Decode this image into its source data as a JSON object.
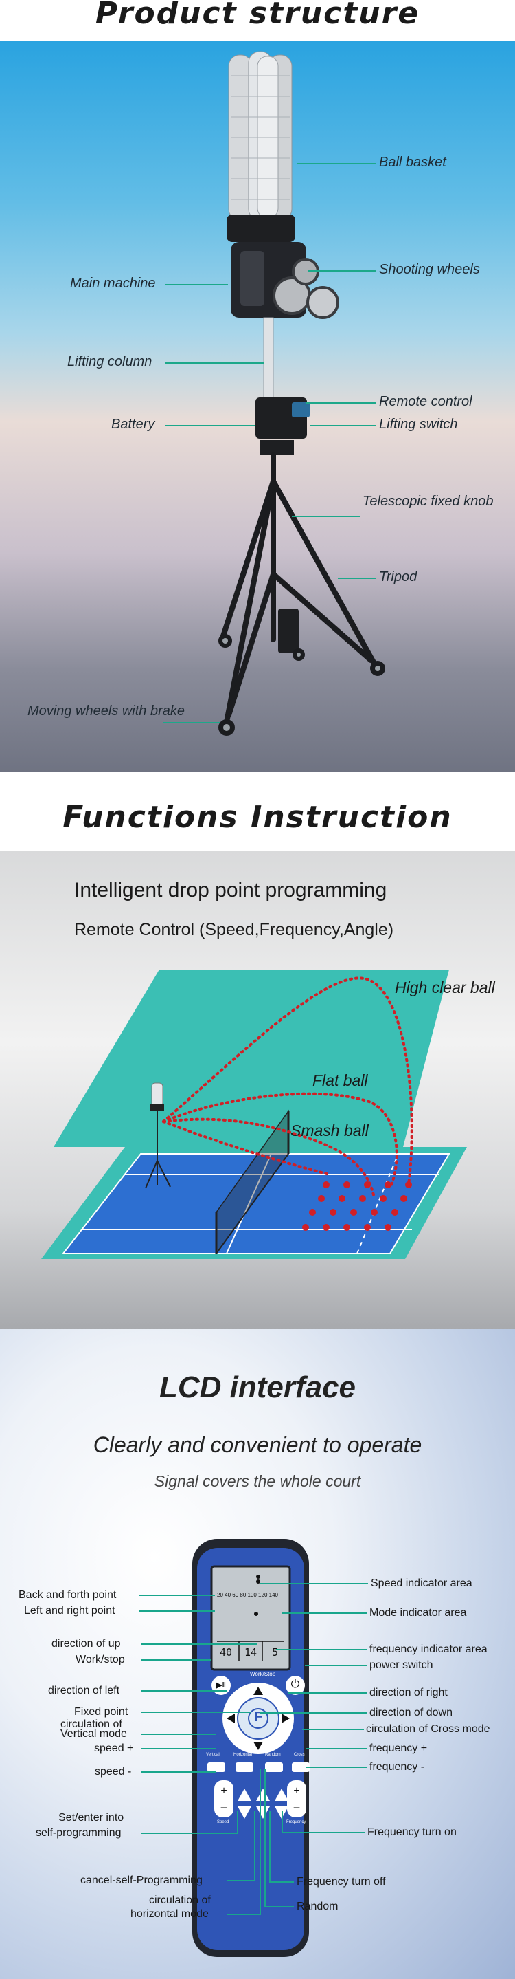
{
  "structure": {
    "title": "Product structure",
    "labels": {
      "ball_basket": "Ball basket",
      "shooting_wheels": "Shooting wheels",
      "main_machine": "Main machine",
      "lifting_column": "Lifting column",
      "remote_control": "Remote control",
      "battery": "Battery",
      "lifting_switch": "Lifting switch",
      "telescopic_knob": "Telescopic fixed knob",
      "tripod": "Tripod",
      "moving_wheels": "Moving wheels with brake"
    }
  },
  "functions": {
    "title": "Functions Instruction",
    "headline": "Intelligent drop point programming",
    "subline": "Remote Control (Speed,Frequency,Angle)",
    "trajectories": {
      "high_clear": "High clear ball",
      "flat": "Flat ball",
      "smash": "Smash ball"
    }
  },
  "lcd": {
    "title": "LCD interface",
    "subtitle": "Clearly and convenient to operate",
    "tagline": "Signal covers the whole court",
    "screen": {
      "scale": "20 40 60 80 100 120 140",
      "readout_left": "40",
      "readout_mid": "14",
      "readout_right": "5"
    },
    "buttons": {
      "work_stop": "Work/Stop",
      "f_key": "F",
      "vertical": "Vertical",
      "horizontal": "Horizontal",
      "random": "Random",
      "cross": "Cross",
      "speed": "Speed",
      "frequency": "Frequency"
    },
    "left_labels": {
      "back_forth": "Back and forth point",
      "left_right": "Left and right point",
      "dir_up": "direction of up",
      "work_stop": "Work/stop",
      "dir_left": "direction of left",
      "fixed_point": "Fixed point",
      "circ_vertical_1": "circulation of",
      "circ_vertical_2": "Vertical mode",
      "speed_plus": "speed +",
      "speed_minus": "speed -",
      "set_enter_1": "Set/enter into",
      "set_enter_2": "self-programming",
      "cancel_self": "cancel-self-Programming",
      "circ_horizontal_1": "circulation of",
      "circ_horizontal_2": "horizontal mode"
    },
    "right_labels": {
      "speed_indicator": "Speed indicator area",
      "mode_indicator": "Mode indicator area",
      "freq_indicator": "frequency indicator area",
      "power_switch": "power switch",
      "dir_right": "direction of right",
      "dir_down": "direction of down",
      "circ_cross": "circulation of Cross mode",
      "freq_plus": "frequency +",
      "freq_minus": "frequency -",
      "freq_on": "Frequency turn on",
      "freq_off": "Frequency turn off",
      "random": "Random"
    }
  },
  "colors": {
    "accent_leader": "#1ca88a",
    "trajectory": "#d11f26",
    "court_blue": "#2d6fd1",
    "court_teal": "#3bbfb4"
  }
}
